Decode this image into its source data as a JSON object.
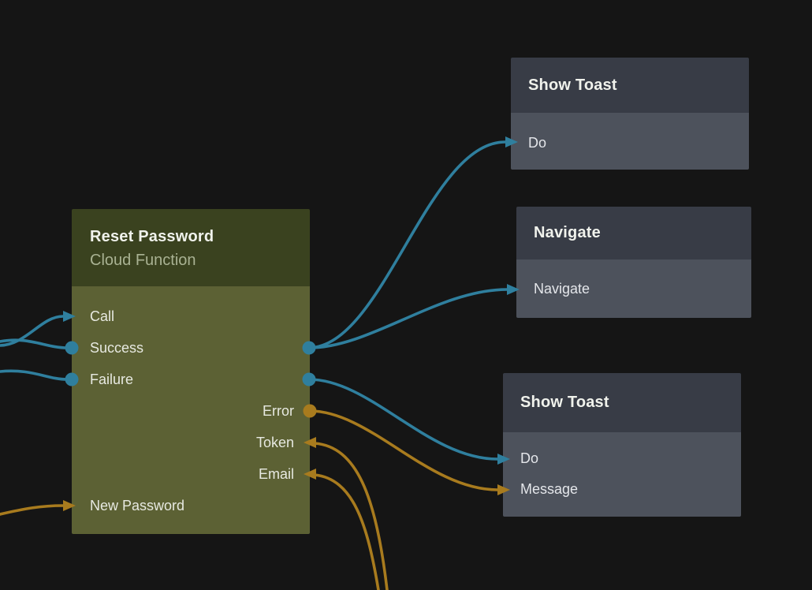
{
  "canvas": {
    "background": "#151515"
  },
  "colors": {
    "signal_wire": "#2f7f9e",
    "data_wire": "#a87b1e",
    "green_node_header": "#3a421f",
    "green_node_body": "#5c6134",
    "gray_node_header": "#383c46",
    "gray_node_body": "#4d525c"
  },
  "nodes": {
    "reset_password": {
      "title": "Reset Password",
      "subtitle": "Cloud Function",
      "ports": {
        "call": "Call",
        "success": "Success",
        "failure": "Failure",
        "error": "Error",
        "token": "Token",
        "email": "Email",
        "new_password": "New Password"
      }
    },
    "show_toast_top": {
      "title": "Show Toast",
      "ports": {
        "do": "Do"
      }
    },
    "navigate": {
      "title": "Navigate",
      "ports": {
        "navigate": "Navigate"
      }
    },
    "show_toast_bottom": {
      "title": "Show Toast",
      "ports": {
        "do": "Do",
        "message": "Message"
      }
    }
  },
  "connections": [
    {
      "from": "offscreen-left",
      "to": "reset_password.call",
      "type": "signal"
    },
    {
      "from": "offscreen-left",
      "to": "reset_password.success",
      "type": "signal"
    },
    {
      "from": "offscreen-left",
      "to": "reset_password.failure",
      "type": "signal"
    },
    {
      "from": "reset_password.success",
      "to": "show_toast_top.do",
      "type": "signal"
    },
    {
      "from": "reset_password.success",
      "to": "navigate.navigate",
      "type": "signal"
    },
    {
      "from": "reset_password.failure",
      "to": "show_toast_bottom.do",
      "type": "signal"
    },
    {
      "from": "reset_password.error",
      "to": "show_toast_bottom.message",
      "type": "data"
    },
    {
      "from": "offscreen-bottom",
      "to": "reset_password.token",
      "type": "data"
    },
    {
      "from": "offscreen-bottom",
      "to": "reset_password.email",
      "type": "data"
    },
    {
      "from": "offscreen-left",
      "to": "reset_password.new_password",
      "type": "data"
    }
  ]
}
